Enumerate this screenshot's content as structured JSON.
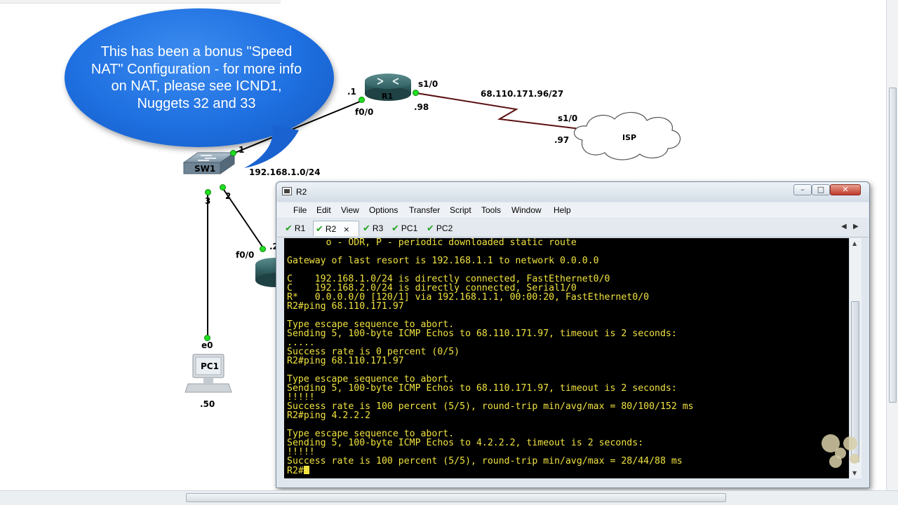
{
  "callout": {
    "text": "This has been a bonus \"Speed NAT\" Configuration - for more info on NAT, please see ICND1, Nuggets 32 and 33"
  },
  "topology": {
    "r1_label": "R1",
    "sw1_label": "SW1",
    "isp_label": "ISP",
    "pc1_label": "PC1",
    "r1_lan_octet": ".1",
    "r1_lan_iface": "f0/0",
    "r1_wan_iface": "s1/0",
    "r1_wan_octet": ".98",
    "wan_subnet": "68.110.171.96/27",
    "isp_iface": "s1/0",
    "isp_octet": ".97",
    "lan_subnet": "192.168.1.0/24",
    "sw1_port_r1": "1",
    "sw1_port_pc1": "3",
    "sw1_port_r2": "2",
    "r2_iface": "f0/0",
    "r2_octet": ".2",
    "pc1_iface": "e0",
    "pc1_octet": ".50"
  },
  "terminal_window": {
    "title": "R2",
    "menu": [
      "File",
      "Edit",
      "View",
      "Options",
      "Transfer",
      "Script",
      "Tools",
      "Window",
      "Help"
    ],
    "tabs": [
      {
        "label": "R1",
        "active": false
      },
      {
        "label": "R2",
        "active": true
      },
      {
        "label": "R3",
        "active": false
      },
      {
        "label": "PC1",
        "active": false
      },
      {
        "label": "PC2",
        "active": false
      }
    ],
    "tab_close": "×",
    "min_glyph": "–",
    "max_glyph": "□",
    "close_glyph": "✕",
    "prompt": "R2#",
    "lines": [
      "       o - ODR, P - periodic downloaded static route",
      "",
      "Gateway of last resort is 192.168.1.1 to network 0.0.0.0",
      "",
      "C    192.168.1.0/24 is directly connected, FastEthernet0/0",
      "C    192.168.2.0/24 is directly connected, Serial1/0",
      "R*   0.0.0.0/0 [120/1] via 192.168.1.1, 00:00:20, FastEthernet0/0",
      "R2#ping 68.110.171.97",
      "",
      "Type escape sequence to abort.",
      "Sending 5, 100-byte ICMP Echos to 68.110.171.97, timeout is 2 seconds:",
      ".....",
      "Success rate is 0 percent (0/5)",
      "R2#ping 68.110.171.97",
      "",
      "Type escape sequence to abort.",
      "Sending 5, 100-byte ICMP Echos to 68.110.171.97, timeout is 2 seconds:",
      "!!!!!",
      "Success rate is 100 percent (5/5), round-trip min/avg/max = 80/100/152 ms",
      "R2#ping 4.2.2.2",
      "",
      "Type escape sequence to abort.",
      "Sending 5, 100-byte ICMP Echos to 4.2.2.2, timeout is 2 seconds:",
      "!!!!!",
      "Success rate is 100 percent (5/5), round-trip min/avg/max = 28/44/88 ms"
    ]
  },
  "icons": {
    "router": "router-icon",
    "switch": "switch-icon",
    "cloud": "cloud-icon",
    "pc": "pc-icon",
    "terminal": "terminal-app-icon",
    "logo": "nuggets-logo-icon"
  },
  "colors": {
    "terminal_bg": "#000000",
    "terminal_text": "#f0e240",
    "bubble": "#1e6fe0",
    "link_up": "#22dd22"
  }
}
